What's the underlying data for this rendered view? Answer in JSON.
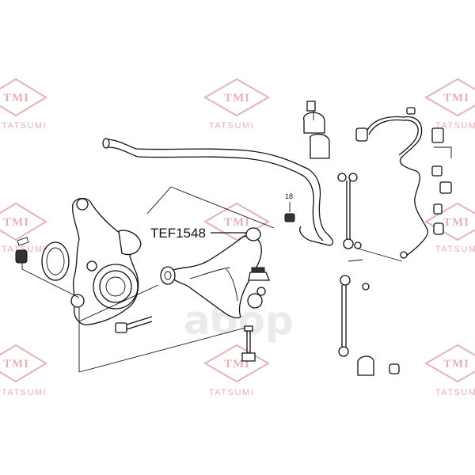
{
  "watermark": {
    "brand": "TMI",
    "company": "TATSUMI",
    "shop": "aбор",
    "color": "#e3b3b7"
  },
  "diagram": {
    "part_number": "TEF1548",
    "ref_number": "18"
  }
}
